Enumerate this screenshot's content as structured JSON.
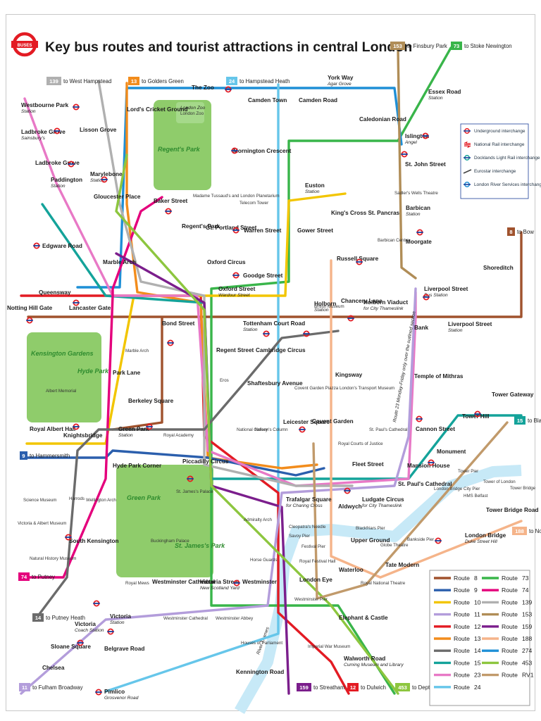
{
  "title": "Key bus routes and tourist attractions in central London",
  "logo_text": "BUSES",
  "routes": [
    {
      "id": "8",
      "color": "#a0522d"
    },
    {
      "id": "9",
      "color": "#2b5fad"
    },
    {
      "id": "10",
      "color": "#f2c500"
    },
    {
      "id": "11",
      "color": "#b39ddb"
    },
    {
      "id": "12",
      "color": "#e31b23"
    },
    {
      "id": "13",
      "color": "#f28c1c"
    },
    {
      "id": "14",
      "color": "#6b6b6b"
    },
    {
      "id": "15",
      "color": "#14a39a"
    },
    {
      "id": "23",
      "color": "#e879c6"
    },
    {
      "id": "24",
      "color": "#66c6ea"
    },
    {
      "id": "73",
      "color": "#39b54a"
    },
    {
      "id": "74",
      "color": "#e4007c"
    },
    {
      "id": "139",
      "color": "#b0b0b0"
    },
    {
      "id": "153",
      "color": "#b08d57"
    },
    {
      "id": "159",
      "color": "#7b1e8c"
    },
    {
      "id": "188",
      "color": "#f5b48a"
    },
    {
      "id": "274",
      "color": "#1e8fd6"
    },
    {
      "id": "453",
      "color": "#8dc63f"
    },
    {
      "id": "RV1",
      "color": "#c19a6b"
    }
  ],
  "legend_label_prefix": "Route",
  "key": [
    {
      "icon": "underground-roundel",
      "label": "Underground interchange"
    },
    {
      "icon": "national-rail",
      "label": "National Rail interchange"
    },
    {
      "icon": "dlr-roundel",
      "label": "Docklands Light Rail interchange"
    },
    {
      "icon": "eurostar",
      "label": "Eurostar interchange"
    },
    {
      "icon": "river-roundel",
      "label": "London River Services interchange"
    }
  ],
  "parks": {
    "regents": "Regent's Park",
    "kensington": "Kensington Gardens",
    "hyde": "Hyde Park",
    "green": "Green Park",
    "stjames": "St. James's Park",
    "zoo": "London Zoo"
  },
  "river_label": "River Thames",
  "note_vertical": "Route 23 Monday-Friday only over the outlined section",
  "termini": [
    {
      "route": "139",
      "text": "to West Hampstead"
    },
    {
      "route": "13",
      "text": "to Golders Green"
    },
    {
      "route": "24",
      "text": "to Hampstead Heath"
    },
    {
      "route": "153",
      "text": "to Finsbury Park"
    },
    {
      "route": "73",
      "text": "to Stoke Newington"
    },
    {
      "route": "8",
      "text": "to Bow"
    },
    {
      "route": "188",
      "text": "to North Greenwich"
    },
    {
      "route": "15",
      "text": "to Blackwall"
    },
    {
      "route": "9",
      "text": "to Hammersmith"
    },
    {
      "route": "74",
      "text": "to Putney"
    },
    {
      "route": "14",
      "text": "to Putney Heath"
    },
    {
      "route": "11",
      "text": "to Fulham Broadway"
    },
    {
      "route": "159",
      "text": "to Streatham"
    },
    {
      "route": "12",
      "text": "to Dulwich"
    },
    {
      "route": "453",
      "text": "to Deptford"
    }
  ],
  "places": [
    {
      "name": "Westbourne Park",
      "sub": "Station"
    },
    {
      "name": "Ladbroke Grove",
      "sub": "Sainsbury's"
    },
    {
      "name": "Ladbroke Grove",
      "sub": ""
    },
    {
      "name": "Paddington",
      "sub": "Station"
    },
    {
      "name": "Edgware Road",
      "sub": ""
    },
    {
      "name": "Notting Hill Gate",
      "sub": ""
    },
    {
      "name": "Queensway",
      "sub": ""
    },
    {
      "name": "Lancaster Gate",
      "sub": ""
    },
    {
      "name": "Marble Arch",
      "sub": ""
    },
    {
      "name": "Marylebone",
      "sub": "Station"
    },
    {
      "name": "Gloucester Place",
      "sub": ""
    },
    {
      "name": "Baker Street",
      "sub": ""
    },
    {
      "name": "Lisson Grove",
      "sub": ""
    },
    {
      "name": "Lord's Cricket Ground",
      "sub": ""
    },
    {
      "name": "The Zoo",
      "sub": ""
    },
    {
      "name": "Camden Town",
      "sub": ""
    },
    {
      "name": "Camden Road",
      "sub": ""
    },
    {
      "name": "York Way",
      "sub": "Agar Grove"
    },
    {
      "name": "Caledonian Road",
      "sub": ""
    },
    {
      "name": "Islington",
      "sub": "Angel"
    },
    {
      "name": "Essex Road",
      "sub": "Station"
    },
    {
      "name": "St. John Street",
      "sub": ""
    },
    {
      "name": "Barbican",
      "sub": "Station"
    },
    {
      "name": "Moorgate",
      "sub": ""
    },
    {
      "name": "Shoreditch",
      "sub": ""
    },
    {
      "name": "Liverpool Street",
      "sub": "Bus Station"
    },
    {
      "name": "Liverpool Street",
      "sub": "Station"
    },
    {
      "name": "Bank",
      "sub": ""
    },
    {
      "name": "Temple of Mithras",
      "sub": ""
    },
    {
      "name": "Cannon Street",
      "sub": ""
    },
    {
      "name": "Monument",
      "sub": ""
    },
    {
      "name": "Tower Hill",
      "sub": ""
    },
    {
      "name": "Tower Gateway",
      "sub": ""
    },
    {
      "name": "Tower Bridge Road",
      "sub": ""
    },
    {
      "name": "London Bridge",
      "sub": "Duke Street Hill"
    },
    {
      "name": "Mansion House",
      "sub": ""
    },
    {
      "name": "St. Paul's Cathedral",
      "sub": ""
    },
    {
      "name": "Ludgate Circus",
      "sub": "for City Thameslink"
    },
    {
      "name": "Fleet Street",
      "sub": ""
    },
    {
      "name": "Aldwych",
      "sub": ""
    },
    {
      "name": "Holborn Viaduct",
      "sub": "for City Thameslink"
    },
    {
      "name": "Chancery Lane",
      "sub": ""
    },
    {
      "name": "Holborn",
      "sub": "Station"
    },
    {
      "name": "Kingsway",
      "sub": ""
    },
    {
      "name": "Russell Square",
      "sub": ""
    },
    {
      "name": "King's Cross St. Pancras",
      "sub": ""
    },
    {
      "name": "Euston",
      "sub": "Station"
    },
    {
      "name": "Gower Street",
      "sub": ""
    },
    {
      "name": "Warren Street",
      "sub": ""
    },
    {
      "name": "Goodge Street",
      "sub": ""
    },
    {
      "name": "Mornington Crescent",
      "sub": ""
    },
    {
      "name": "Gt. Portland Street",
      "sub": ""
    },
    {
      "name": "Regent's Park",
      "sub": ""
    },
    {
      "name": "Oxford Circus",
      "sub": ""
    },
    {
      "name": "Oxford Street",
      "sub": "Wardour Street"
    },
    {
      "name": "Tottenham Court Road",
      "sub": "Station"
    },
    {
      "name": "Cambridge Circus",
      "sub": ""
    },
    {
      "name": "Shaftesbury Avenue",
      "sub": ""
    },
    {
      "name": "Regent Street",
      "sub": ""
    },
    {
      "name": "Bond Street",
      "sub": ""
    },
    {
      "name": "Park Lane",
      "sub": ""
    },
    {
      "name": "Berkeley Square",
      "sub": ""
    },
    {
      "name": "Green Park",
      "sub": "Station"
    },
    {
      "name": "Piccadilly Circus",
      "sub": ""
    },
    {
      "name": "Hyde Park Corner",
      "sub": ""
    },
    {
      "name": "Knightsbridge",
      "sub": ""
    },
    {
      "name": "Royal Albert Hall",
      "sub": ""
    },
    {
      "name": "South Kensington",
      "sub": ""
    },
    {
      "name": "Leicester Square",
      "sub": ""
    },
    {
      "name": "Covent Garden",
      "sub": ""
    },
    {
      "name": "Trafalgar Square",
      "sub": "for Charing Cross"
    },
    {
      "name": "Westminster",
      "sub": ""
    },
    {
      "name": "Victoria Street",
      "sub": "New Scotland Yard"
    },
    {
      "name": "Westminster Cathedral",
      "sub": ""
    },
    {
      "name": "Victoria",
      "sub": "Station"
    },
    {
      "name": "Victoria",
      "sub": "Coach Station"
    },
    {
      "name": "Sloane Square",
      "sub": ""
    },
    {
      "name": "Chelsea",
      "sub": ""
    },
    {
      "name": "Belgrave Road",
      "sub": ""
    },
    {
      "name": "Pimlico",
      "sub": "Grosvenor Road"
    },
    {
      "name": "Kennington Road",
      "sub": ""
    },
    {
      "name": "Walworth Road",
      "sub": "Cuming Museum and Library"
    },
    {
      "name": "Elephant & Castle",
      "sub": ""
    },
    {
      "name": "Waterloo",
      "sub": ""
    },
    {
      "name": "London Eye",
      "sub": ""
    },
    {
      "name": "Upper Ground",
      "sub": ""
    },
    {
      "name": "Tate Modern",
      "sub": ""
    }
  ],
  "attractions": [
    "London Zoo",
    "Madame Tussaud's and London Planetarium",
    "Telecom Tower",
    "Sadler's Wells Theatre",
    "Barbican Centre",
    "British Museum",
    "Covent Garden Piazza London's Transport Museum",
    "St. Paul's Cathedral",
    "Royal Courts of Justice",
    "Eros",
    "National Gallery",
    "Nelson's Column",
    "Marble Arch",
    "Albert Memorial",
    "Royal Academy",
    "Wellington Arch",
    "Harrods",
    "Science Museum",
    "Victoria & Albert Museum",
    "Natural History Museum",
    "Buckingham Palace",
    "St. James's Palace",
    "Admiralty Arch",
    "Horse Guards",
    "Royal Mews",
    "Westminster Cathedral",
    "Westminster Abbey",
    "Houses of Parliament",
    "Imperial War Museum",
    "Royal Festival Hall",
    "Royal National Theatre",
    "Globe Theatre",
    "Tower of London",
    "Tower Bridge",
    "HMS Belfast",
    "Cleopatra's Needle",
    "Savoy Pier",
    "Festival Pier",
    "Blackfriars Pier",
    "Bankside Pier",
    "London Bridge City Pier",
    "Tower Pier",
    "Westminster Pier"
  ]
}
